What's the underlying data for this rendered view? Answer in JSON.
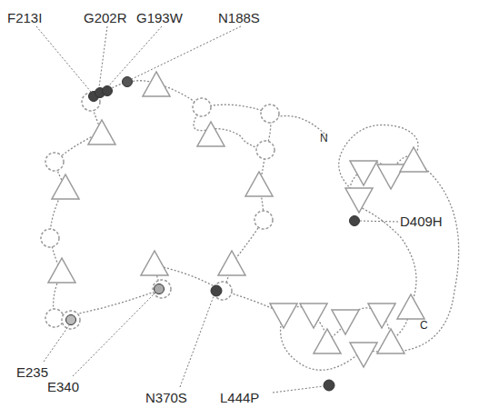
{
  "diagram": {
    "labels": [
      "F213I",
      "G202R",
      "G193W",
      "N188S",
      "D409H",
      "E235",
      "E340",
      "N370S",
      "L444P",
      "N",
      "C"
    ]
  }
}
